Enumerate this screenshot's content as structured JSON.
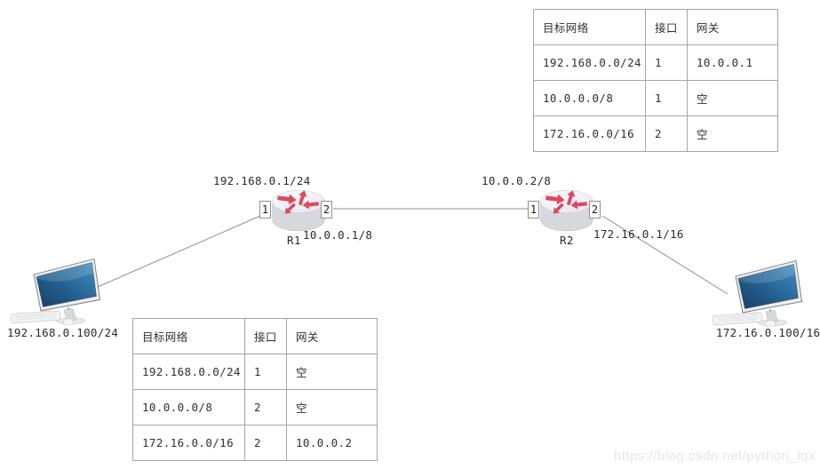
{
  "colors": {
    "arrow_red": "#dc4a5e",
    "link_line": "#8c8c8c",
    "table_border": "#a6a6a6",
    "screen_blue": "#2a6da3"
  },
  "devices": {
    "r1": {
      "name": "R1",
      "ports": [
        "1",
        "2"
      ],
      "interface1_label": "192.168.0.1/24",
      "interface2_label": "10.0.0.1/8"
    },
    "r2": {
      "name": "R2",
      "ports": [
        "1",
        "2"
      ],
      "interface1_label": "10.0.0.2/8",
      "interface2_label": "172.16.0.1/16"
    },
    "pc1": {
      "label": "192.168.0.100/24"
    },
    "pc2": {
      "label": "172.16.0.100/16"
    }
  },
  "tables": {
    "top_right": {
      "headers": [
        "目标网络",
        "接口",
        "网关"
      ],
      "rows": [
        [
          "192.168.0.0/24",
          "1",
          "10.0.0.1"
        ],
        [
          "10.0.0.0/8",
          "1",
          "空"
        ],
        [
          "172.16.0.0/16",
          "2",
          "空"
        ]
      ]
    },
    "bottom_left": {
      "headers": [
        "目标网络",
        "接口",
        "网关"
      ],
      "rows": [
        [
          "192.168.0.0/24",
          "1",
          "空"
        ],
        [
          "10.0.0.0/8",
          "2",
          "空"
        ],
        [
          "172.16.0.0/16",
          "2",
          "10.0.0.2"
        ]
      ]
    }
  },
  "watermark": {
    "text": "https://blog.csdn.net/python_lqx"
  }
}
